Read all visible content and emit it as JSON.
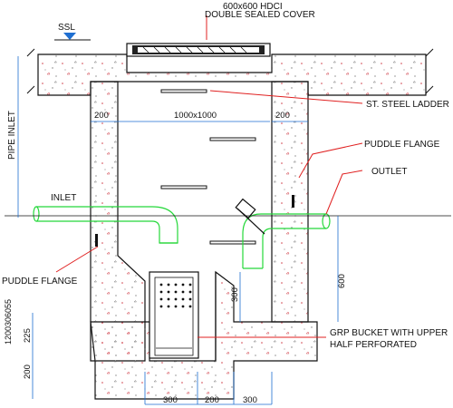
{
  "colors": {
    "concrete_fill": "#ffffff",
    "outline": "#111111",
    "dimension": "#1f6fd1",
    "leader": "#e02020",
    "pipe": "#25d83a",
    "speckle": "#d0404a"
  },
  "labels": {
    "cover_line1": "600x600  HDCI",
    "cover_line2": "DOUBLE SEALED COVER",
    "ssl": "SSL",
    "ladder": "ST. STEEL LADDER",
    "puddle_flange_right": "PUDDLE FLANGE",
    "outlet": "OUTLET",
    "inlet": "INLET",
    "pipe_inlet": "PIPE INLET",
    "puddle_flange_left": "PUDDLE FLANGE",
    "grp_line1": "GRP BUCKET WITH UPPER",
    "grp_line2": "HALF PERFORATED"
  },
  "dimensions": {
    "wall_left": "200",
    "inner_width": "1000x1000",
    "wall_right": "200",
    "height_600": "600",
    "height_300": "300",
    "height_225": "225",
    "height_200": "200",
    "bottom_300_left": "300",
    "bottom_200": "200",
    "bottom_300_right": "300"
  },
  "icons": {
    "ssl_marker": "triangle-down-icon",
    "watermark": "adobe-stock-watermark"
  },
  "watermark": {
    "id_text": "1200306055"
  }
}
